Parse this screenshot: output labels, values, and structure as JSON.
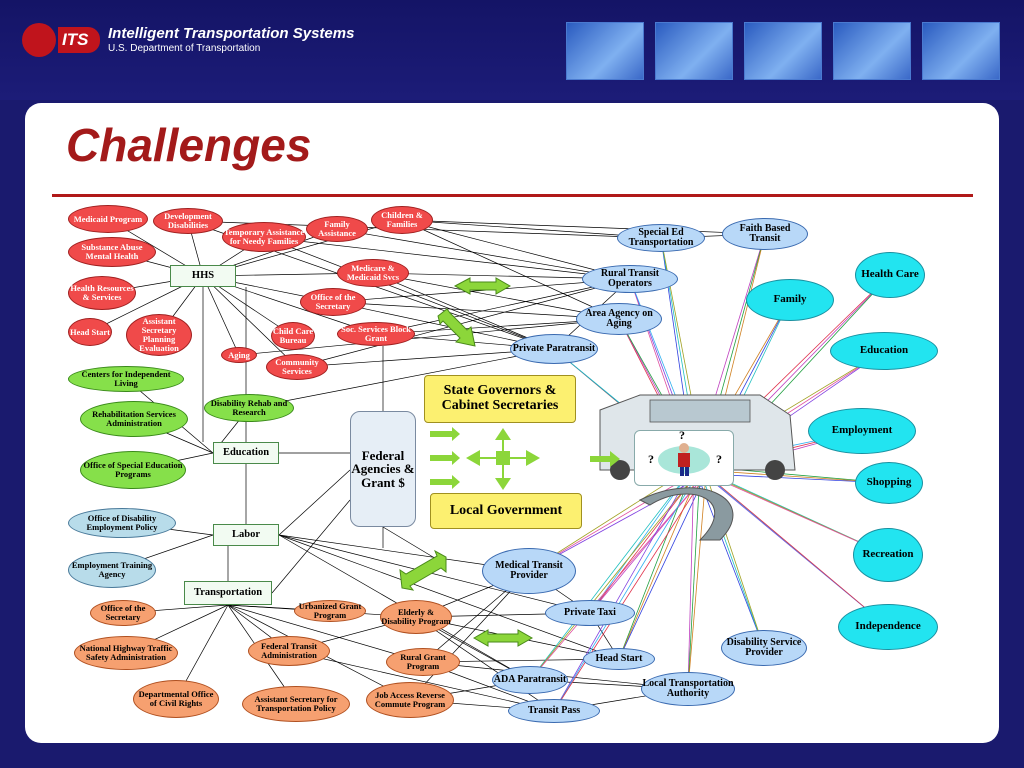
{
  "header": {
    "logo_text": "ITS",
    "title": "Intelligent Transportation Systems",
    "subtitle": "U.S. Department of Transportation"
  },
  "slide": {
    "title": "Challenges"
  },
  "nodes": {
    "medicaid": "Medicaid Program",
    "dev_dis": "Development Disabilities",
    "tanf": "Temporary Assistance for Needy Families",
    "family_assist": "Family Assistance",
    "children_families": "Children & Families",
    "substance": "Substance Abuse Mental Health",
    "hhs": "HHS",
    "medicare": "Medicare & Medicaid Svcs",
    "health_res": "Health Resources & Services",
    "office_sec_hhs": "Office of the Secretary",
    "head_start_red": "Head Start",
    "asst_sec_planning": "Assistant Secretary Planning Evaluation",
    "child_care": "Child Care Bureau",
    "soc_services": "Soc. Services Block Grant",
    "aging": "Aging",
    "community": "Community Services",
    "cil": "Centers for Independent Living",
    "disability_rehab": "Disability Rehab and Research",
    "rsa": "Rehabilitation Services Administration",
    "education": "Education",
    "osep": "Office of Special Education Programs",
    "odep": "Office of Disability Employment Policy",
    "labor": "Labor",
    "eta": "Employment Training Agency",
    "transportation": "Transportation",
    "office_sec_dot": "Office of the Secretary",
    "urbanized": "Urbanized Grant Program",
    "elderly": "Elderly & Disability Program",
    "nhtsa": "National Highway Traffic Safety Administration",
    "fta": "Federal Transit Administration",
    "rural_grant": "Rural Grant Program",
    "docr": "Departmental Office of Civil Rights",
    "astp": "Assistant Secretary for Transportation Policy",
    "jarc": "Job Access Reverse Commute Program",
    "special_ed": "Special Ed Transportation",
    "faith_based": "Faith Based Transit",
    "rural_transit": "Rural Transit Operators",
    "area_agency": "Area Agency on Aging",
    "private_para": "Private Paratransit",
    "medical_transit": "Medical Transit Provider",
    "private_taxi": "Private Taxi",
    "head_start_blue": "Head Start",
    "ada_para": "ADA Paratransit",
    "transit_pass": "Transit Pass",
    "lta": "Local Transportation Authority",
    "dsp": "Disability Service Provider",
    "health_care": "Health Care",
    "family": "Family",
    "education_out": "Education",
    "employment": "Employment",
    "shopping": "Shopping",
    "recreation": "Recreation",
    "independence": "Independence",
    "state_gov": "State Governors & Cabinet Secretaries",
    "federal": "Federal Agencies & Grant $",
    "local_gov": "Local Government",
    "q_top": "?",
    "q_left": "?",
    "q_right": "?"
  },
  "colors": {
    "header_bg": "#1a1a6e",
    "title": "#a31a1a",
    "federal_node": "#f04a4a",
    "service_provider": "#b8d8f8",
    "destination": "#22e4f0",
    "state_local": "#fcf070",
    "arrow": "#8cd63a"
  }
}
